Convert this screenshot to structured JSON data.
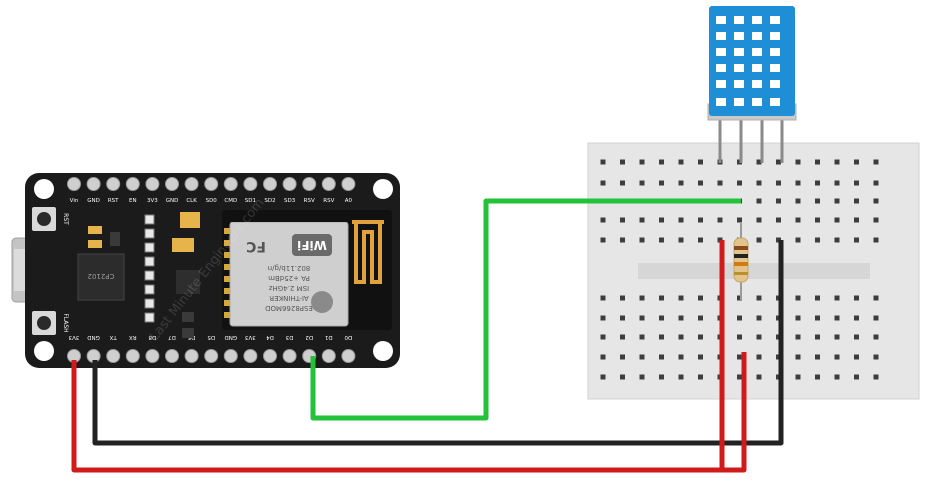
{
  "board": {
    "top_pins": [
      "Vin",
      "GND",
      "RST",
      "EN",
      "3V3",
      "GND",
      "CLK",
      "SD0",
      "CMD",
      "SD1",
      "SD2",
      "SD3",
      "RSV",
      "RSV",
      "A0"
    ],
    "bottom_pins": [
      "3V3",
      "GND",
      "TX",
      "RX",
      "D8",
      "D7",
      "D6",
      "D5",
      "GND",
      "3V3",
      "D4",
      "D3",
      "D2",
      "D1",
      "D0"
    ],
    "button_rst": "RST",
    "button_flash": "FLASH",
    "chip_label": "CP2102",
    "module_lines": [
      "ESP8266MOD",
      "AI-THINKER",
      "ISM 2.4GHz",
      "PA +25dBm",
      "802.11b/g/n"
    ],
    "module_wifi": "WiFi",
    "module_fcc": "FC",
    "watermark": "Last Minute Engineers.com"
  },
  "colors": {
    "wire_data": "#22c23a",
    "wire_vcc": "#d11a1a",
    "wire_gnd": "#222222",
    "sensor_body": "#1e8fd6",
    "board_pcb": "#1b1b1b",
    "module_shield": "#cfcfcf",
    "breadboard": "#e6e6e6"
  },
  "components": {
    "sensor": "DHT11 sensor (4 pins)",
    "resistor": "pull-up resistor",
    "breadboard": "mini breadboard"
  }
}
